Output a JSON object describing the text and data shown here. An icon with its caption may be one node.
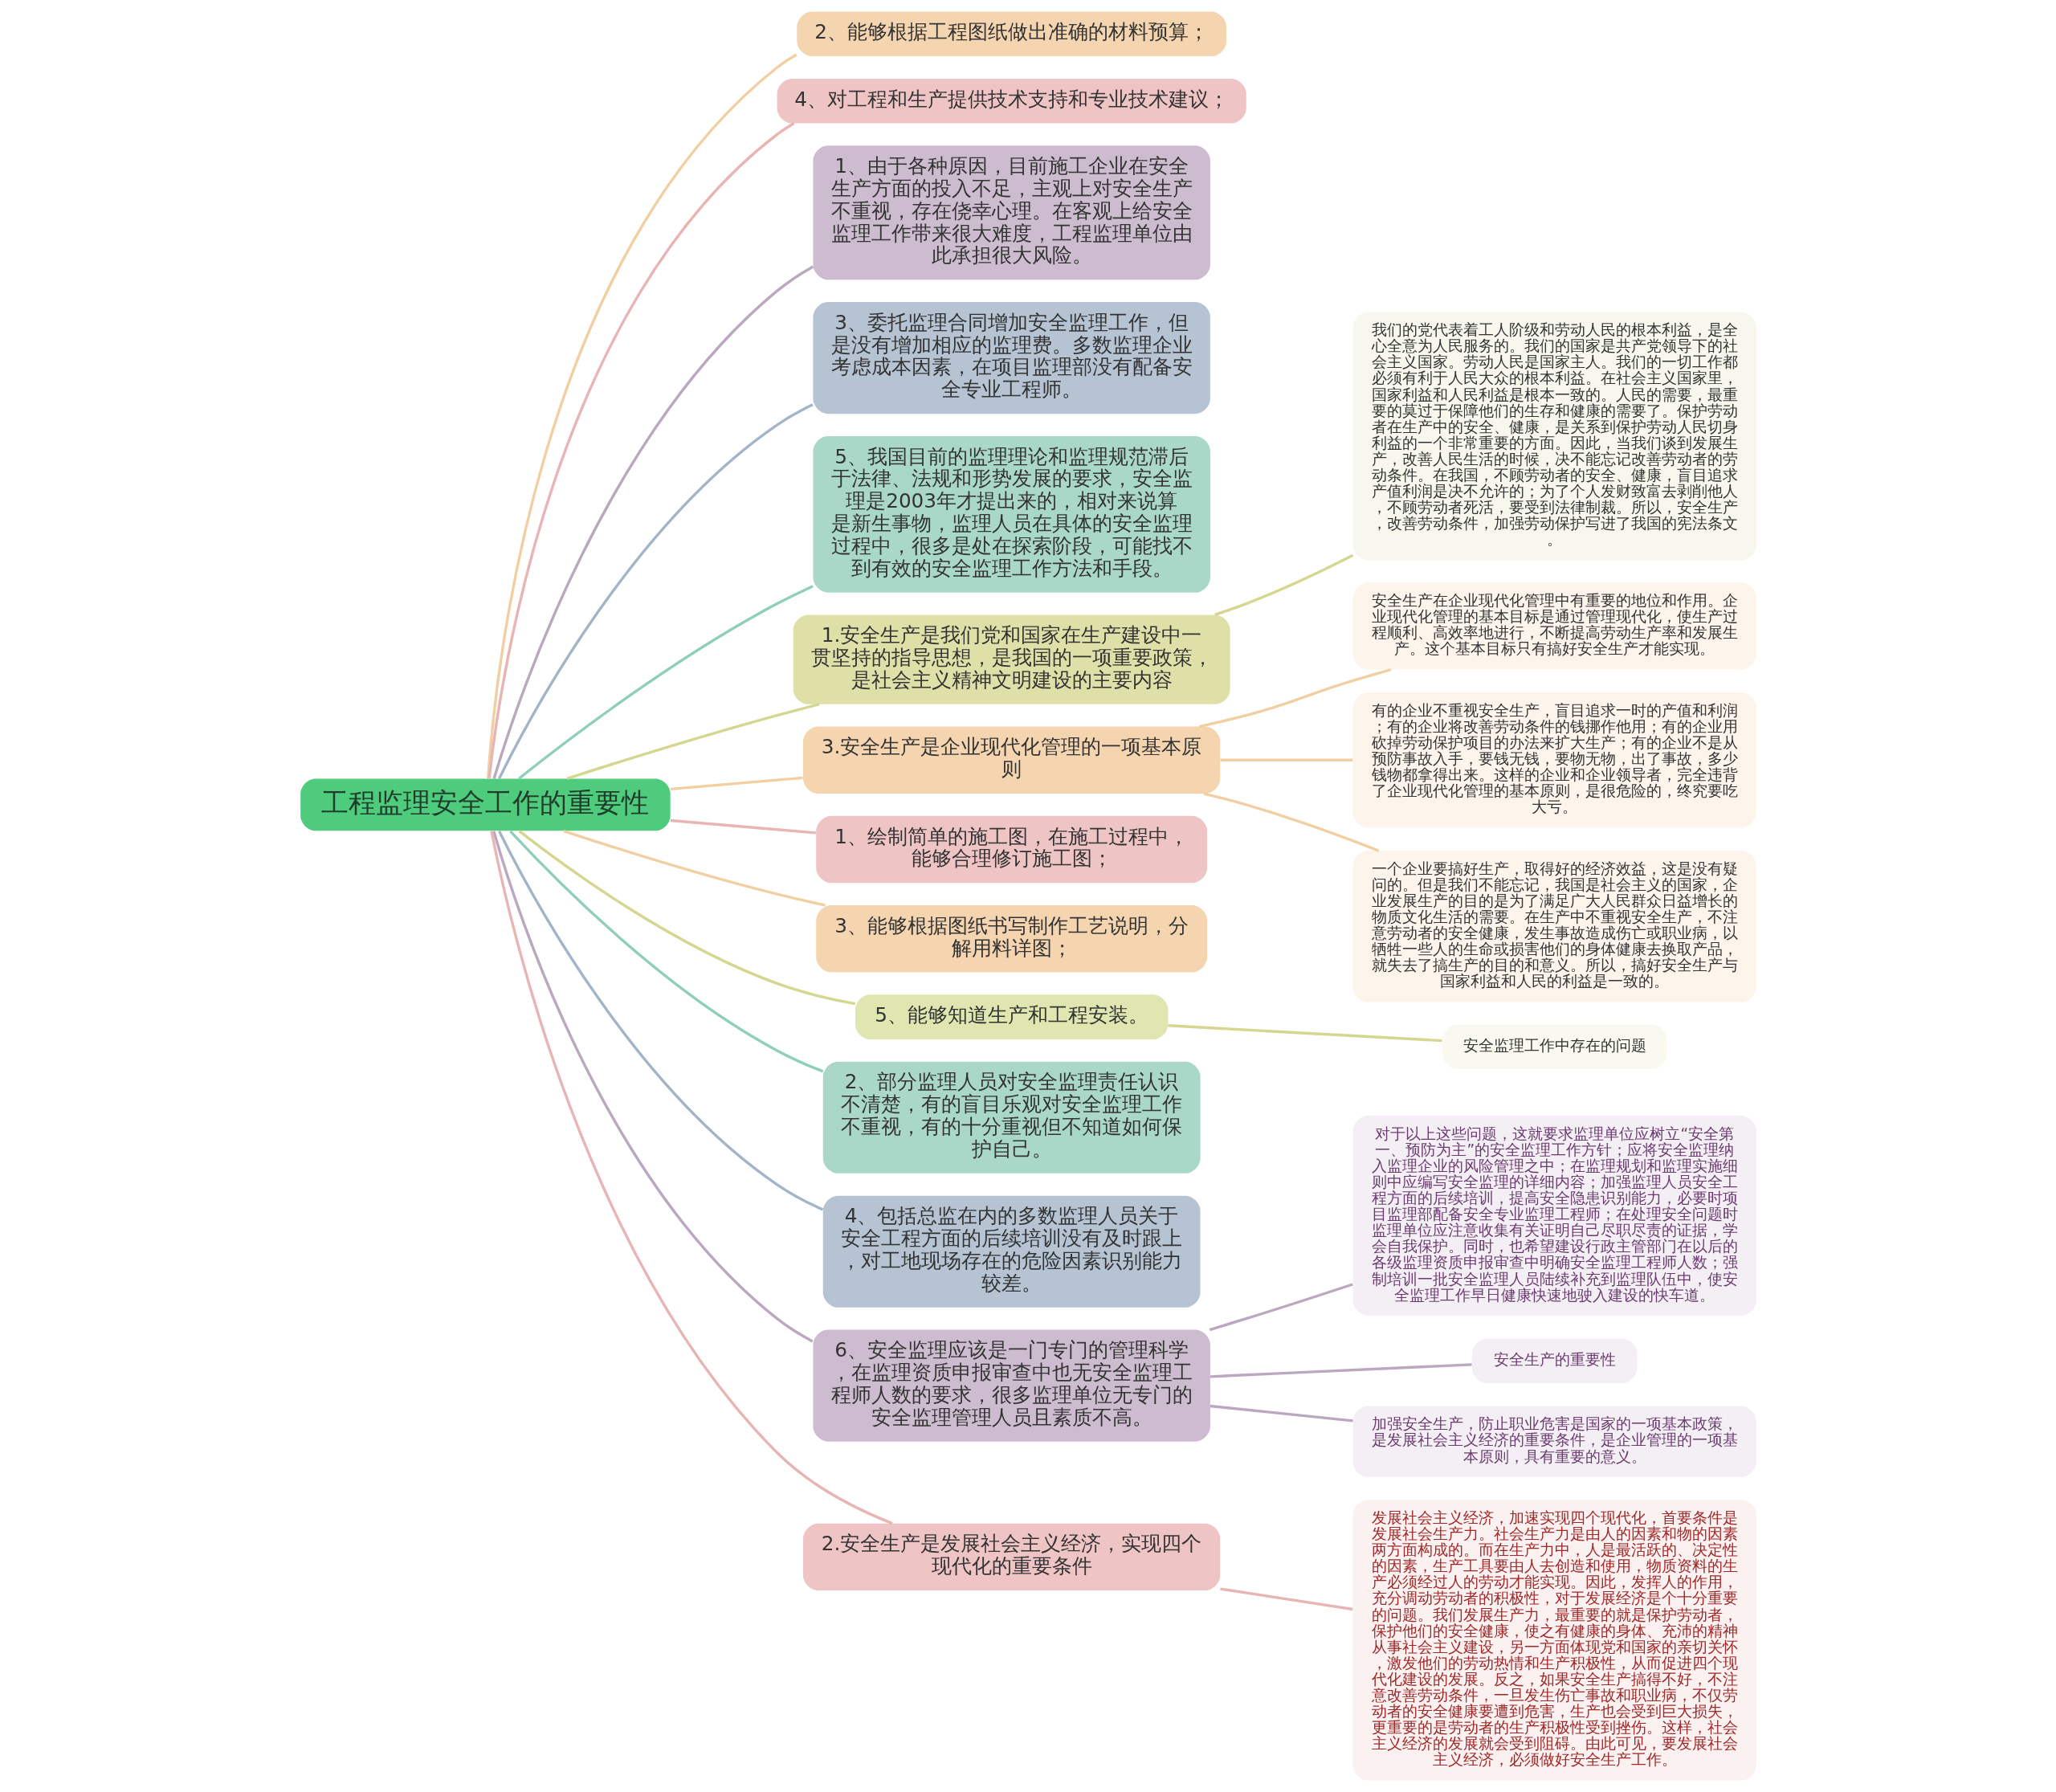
{
  "diagram": {
    "nodes": [
      {
        "text": [
          "工程监理安全工作的重要性"
        ]
      },
      {
        "text": [
          "2、能够根据工程图纸做出准确的材料预算；"
        ]
      },
      {
        "text": [
          "4、对工程和生产提供技术支持和专业技术建议；"
        ]
      },
      {
        "text": [
          "1、由于各种原因，目前施工企业在安全生产方面的投入不足，主观上对安全生产不重视，存在侥幸心理。在客观上给安全监理工作带来很大难度，工程监理单位由此承担很大风险。"
        ]
      },
      {
        "text": [
          "3、委托监理合同增加安全监理工作，但是没有增加相应的监理费。多数监理企业考虑成本因素，在项目监理部没有配备安全专业工程师。"
        ]
      },
      {
        "text": [
          "5、我国目前的监理理论和监理规范滞后于法律、法规和形势发展的要求，安全监理是2003年才提出来的，相对来说算是新生事物，监理人员在具体的安全监理过程中，很多是处在探索阶段，可能找不到有效的安全监理工作方法和手段。"
        ]
      },
      {
        "text": [
          "1.安全生产是我们党和国家在生产建设中一贯坚持的指导思想，是我国的一项重要政策，是社会主义精神文明建设的主要内容"
        ]
      },
      {
        "text": [
          "我们的党代表着工人阶级和劳动人民的根本利益，是全心全意为人民服务的。我们的国家是共产党领导下的社会主义国家。劳动人民是国家主人。我们的一切工作都必须有利于人民大众的根本利益。在社会主义国家里，国家利益和人民利益是根本一致的。人民的需要，最重要的莫过于保障他们的生存和健康的需要了。保护劳动者在生产中的安全、健康，是关系到保护劳动人民切身利益的一个非常重要的方面。因此，当我们谈到发展生产，改善人民生活的时候，决不能忘记改善劳动者的劳动条件。在我国，不顾劳动者的安全、健康，盲目追求产值利润是决不允许的；为了个人发财致富去剥削他人，不顾劳动者死活，要受到法律制裁。所以，安全生产，改善劳动条件，加强劳动保护写进了我国的宪法条文。"
        ]
      },
      {
        "text": [
          "3.安全生产是企业现代化管理的一项基本原则"
        ]
      },
      {
        "text": [
          "安全生产在企业现代化管理中有重要的地位和作用。企业现代化管理的基本目标是通过管理现代化，使生产过程顺利、高效率地进行，不断提高劳动生产率和发展生产。这个基本目标只有搞好安全生产才能实现。"
        ]
      },
      {
        "text": [
          "有的企业不重视安全生产，盲目追求一时的产值和利润；有的企业将改善劳动条件的钱挪作他用；有的企业用砍掉劳动保护项目的办法来扩大生产；有的企业不是从预防事故入手，要钱无钱，要物无物，出了事故，多少钱物都拿得出来。这样的企业和企业领导者，完全违背了企业现代化管理的基本原则，是很危险的，终究要吃大亏。"
        ]
      },
      {
        "text": [
          "一个企业要搞好生产，取得好的经济效益，这是没有疑问的。但是我们不能忘记，我国是社会主义的国家，企业发展生产的目的是为了满足广大人民群众日益增长的物质文化生活的需要。在生产中不重视安全生产，不注意劳动者的安全健康，发生事故造成伤亡或职业病，以牺牲一些人的生命或损害他们的身体健康去换取产品，就失去了搞生产的目的和意义。所以，搞好安全生产与国家利益和人民的利益是一致的。"
        ]
      },
      {
        "text": [
          "1、绘制简单的施工图，在施工过程中，能够合理修订施工图；"
        ]
      },
      {
        "text": [
          "3、能够根据图纸书写制作工艺说明，分解用料详图；"
        ]
      },
      {
        "text": [
          "5、能够知道生产和工程安装。"
        ]
      },
      {
        "text": [
          "安全监理工作中存在的问题"
        ]
      },
      {
        "text": [
          "2、部分监理人员对安全监理责任认识不清楚，有的盲目乐观对安全监理工作不重视，有的十分重视但不知道如何保护自己。"
        ]
      },
      {
        "text": [
          "4、包括总监在内的多数监理人员关于安全工程方面的后续培训没有及时跟上，对工地现场存在的危险因素识别能力较差。"
        ]
      },
      {
        "text": [
          "6、安全监理应该是一门专门的管理科学，在监理资质申报审查中也无安全监理工程师人数的要求，很多监理单位无专门的安全监理管理人员且素质不高。"
        ]
      },
      {
        "text": [
          "对于以上这些问题，这就要求监理单位应树立“安全第一、预防为主”的安全监理工作方针；应将安全监理纳入监理企业的风险管理之中；在监理规划和监理实施细则中应编写安全监理的详细内容；加强监理人员安全工程方面的后续培训，提高安全隐患识别能力，必要时项目监理部配备安全专业监理工程师；在处理安全问题时监理单位应注意收集有关证明自己尽职尽责的证据，学会自我保护。同时，也希望建设行政主管部门在以后的各级监理资质申报审查中明确安全监理工程师人数；强制培训一批安全监理人员陆续补充到监理队伍中，使安全监理工作早日健康快速地驶入建设的快车道。"
        ]
      },
      {
        "text": [
          "安全生产的重要性"
        ]
      },
      {
        "text": [
          "加强安全生产，防止职业危害是国家的一项基本政策，是发展社会主义经济的重要条件，是企业管理的一项基本原则，具有重要的意义。"
        ]
      },
      {
        "text": [
          "2.安全生产是发展社会主义经济，实现四个现代化的重要条件"
        ]
      },
      {
        "text": [
          "发展社会主义经济，加速实现四个现代化，首要条件是发展社会生产力。社会生产力是由人的因素和物的因素两方面构成的。而在生产力中，人是最活跃的、决定性的因素，生产工具要由人去创造和使用，物质资料的生产必须经过人的劳动才能实现。因此，发挥人的作用，充分调动劳动者的积极性，对于发展经济是个十分重要的问题。我们发展生产力，最重要的就是保护劳动者，保护他们的安全健康，使之有健康的身体、充沛的精神从事社会主义建设，另一方面体现党和国家的亲切关怀，激发他们的劳动热情和生产积极性，从而促进四个现代化建设的发展。反之，如果安全生产搞得不好，不注意改善劳动条件，一旦发生伤亡事故和职业病，不仅劳动者的安全健康要遭到危害，生产也会受到巨大损失，更重要的是劳动者的生产积极性受到挫伤。这样，社会主义经济的发展就会受到阻碍。由此可见，要发展社会主义经济，必须做好安全生产工作。"
        ]
      }
    ],
    "edges": [
      {
        "from": 0,
        "to": 1,
        "arrow": "none",
        "color": "#f2cfa3"
      },
      {
        "from": 0,
        "to": 2,
        "arrow": "none",
        "color": "#e8b4b4"
      },
      {
        "from": 0,
        "to": 3,
        "arrow": "none",
        "color": "#bba7bf"
      },
      {
        "from": 0,
        "to": 4,
        "arrow": "none",
        "color": "#a3b4c8"
      },
      {
        "from": 0,
        "to": 5,
        "arrow": "none",
        "color": "#8fcfb9"
      },
      {
        "from": 0,
        "to": 6,
        "arrow": "none",
        "color": "#d5d68f"
      },
      {
        "from": 6,
        "to": 7,
        "arrow": "none",
        "color": "#d5d68f"
      },
      {
        "from": 0,
        "to": 8,
        "arrow": "none",
        "color": "#f2cfa3"
      },
      {
        "from": 8,
        "to": 9,
        "arrow": "none",
        "color": "#f2cfa3"
      },
      {
        "from": 8,
        "to": 10,
        "arrow": "none",
        "color": "#f2cfa3"
      },
      {
        "from": 8,
        "to": 11,
        "arrow": "none",
        "color": "#f2cfa3"
      },
      {
        "from": 0,
        "to": 12,
        "arrow": "none",
        "color": "#e8b4b4"
      },
      {
        "from": 0,
        "to": 13,
        "arrow": "none",
        "color": "#f2cfa3"
      },
      {
        "from": 0,
        "to": 14,
        "arrow": "none",
        "color": "#d5d68f"
      },
      {
        "from": 14,
        "to": 15,
        "arrow": "none",
        "color": "#d5d68f"
      },
      {
        "from": 0,
        "to": 16,
        "arrow": "none",
        "color": "#8fcfb9"
      },
      {
        "from": 0,
        "to": 17,
        "arrow": "none",
        "color": "#a3b4c8"
      },
      {
        "from": 0,
        "to": 18,
        "arrow": "none",
        "color": "#bba7bf"
      },
      {
        "from": 18,
        "to": 19,
        "arrow": "none",
        "color": "#bba7bf"
      },
      {
        "from": 18,
        "to": 20,
        "arrow": "none",
        "color": "#bba7bf"
      },
      {
        "from": 18,
        "to": 21,
        "arrow": "none",
        "color": "#bba7bf"
      },
      {
        "from": 0,
        "to": 22,
        "arrow": "none",
        "color": "#e8b4b4"
      },
      {
        "from": 22,
        "to": 23,
        "arrow": "none",
        "color": "#e8b4b4"
      }
    ]
  }
}
